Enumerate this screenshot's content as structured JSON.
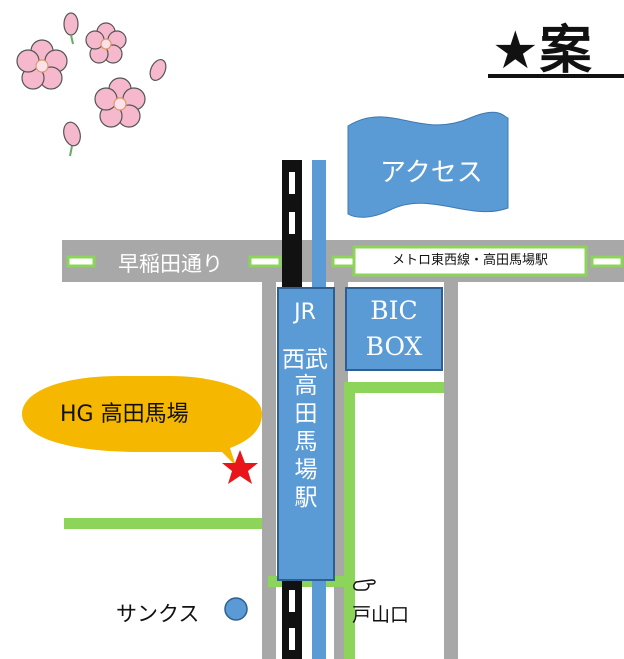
{
  "title": "★案",
  "access_flag": {
    "label": "アクセス"
  },
  "streets": {
    "waseda_dori": "早稲田通り",
    "metro_label": "メトロ東西線・高田馬場駅"
  },
  "station": {
    "line1": "JR",
    "line2": "西武",
    "name": "高田馬場駅"
  },
  "bic_box": {
    "line1": "BIC",
    "line2": "BOX"
  },
  "destination": {
    "label": "HG 高田馬場",
    "marker": "★"
  },
  "landmarks": {
    "sunkus": "サンクス",
    "toyama_exit": "戸山口"
  },
  "colors": {
    "road": "#a8a8a8",
    "station": "#5b9bd5",
    "path": "#8cd45a",
    "balloon": "#f5b700",
    "star": "#e8151b"
  },
  "icons": [
    "cherry-blossom-icon",
    "pointing-hand-icon",
    "star-marker-icon"
  ]
}
